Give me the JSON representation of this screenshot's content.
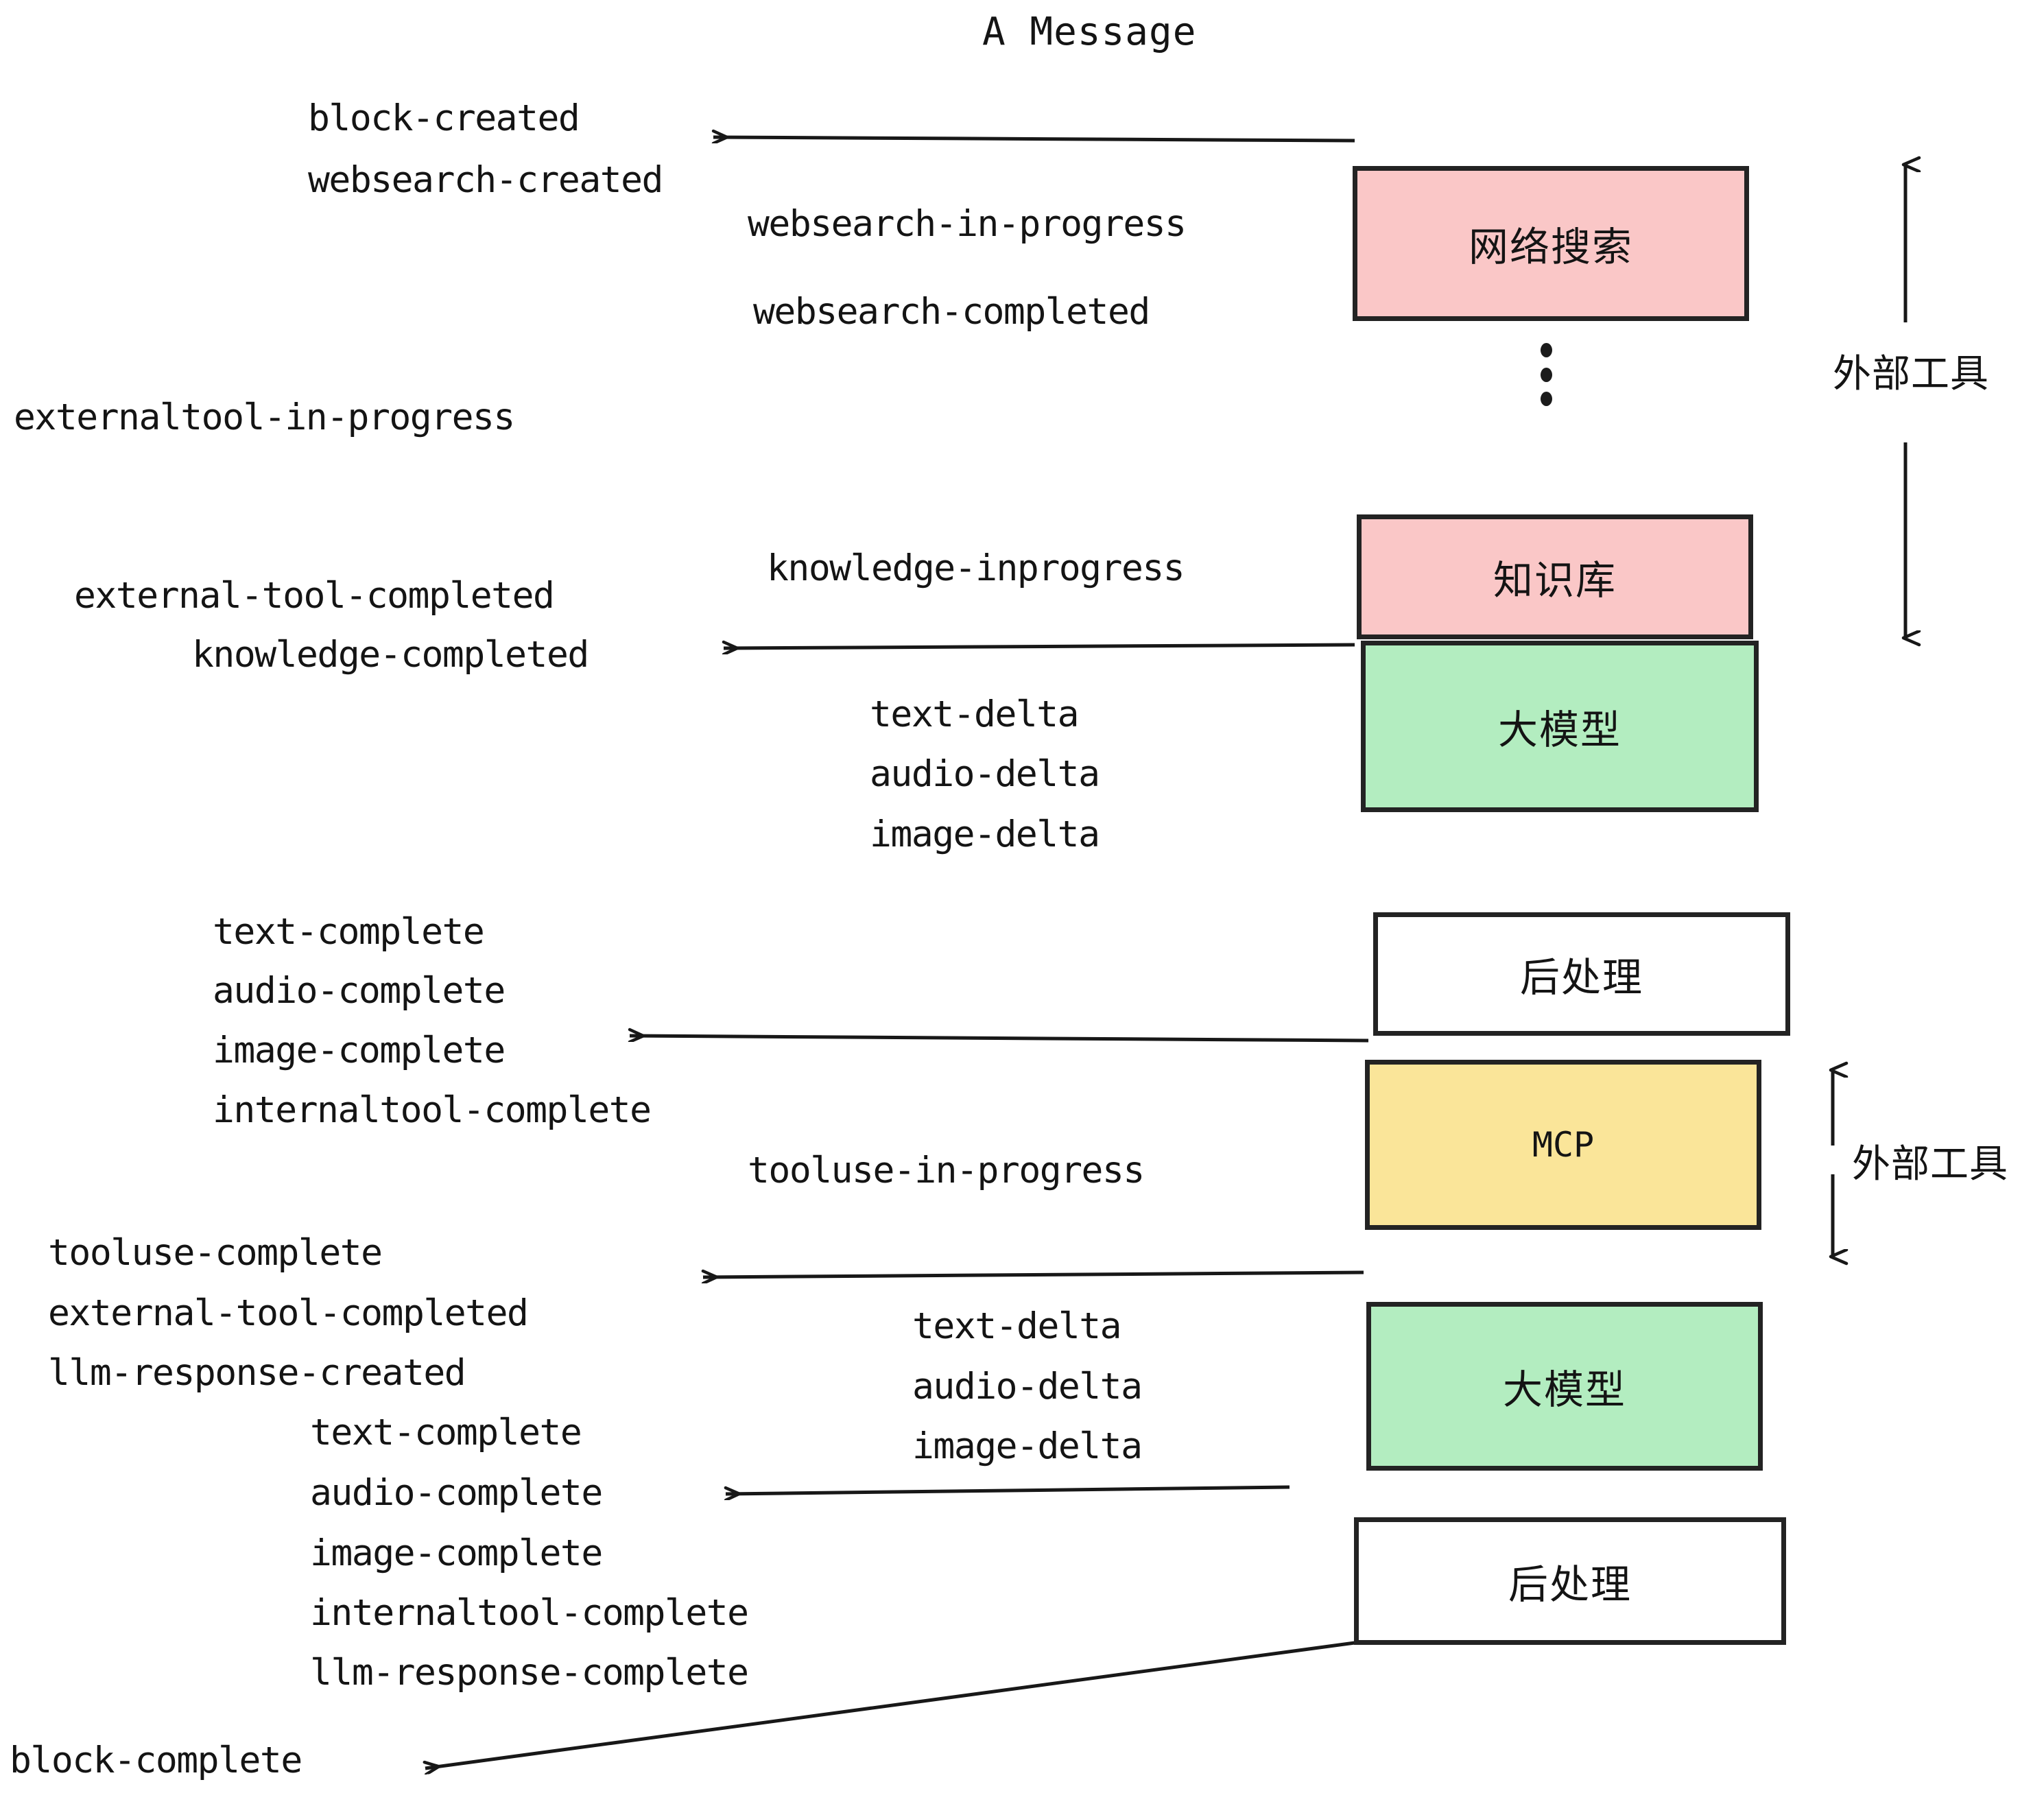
{
  "diagram": {
    "title": "A Message",
    "colors": {
      "pink": "#fac7c7",
      "green": "#b3edc0",
      "yellow": "#fae599",
      "white": "#ffffff",
      "stroke": "#232323",
      "text": "#141414"
    },
    "nodes": [
      {
        "id": "websearch",
        "label": "网络搜索",
        "fill": "pink"
      },
      {
        "id": "knowledge",
        "label": "知识库",
        "fill": "pink"
      },
      {
        "id": "llm-1",
        "label": "大模型",
        "fill": "green"
      },
      {
        "id": "postproc-1",
        "label": "后处理",
        "fill": "white"
      },
      {
        "id": "mcp",
        "label": "MCP",
        "fill": "yellow"
      },
      {
        "id": "llm-2",
        "label": "大模型",
        "fill": "green"
      },
      {
        "id": "postproc-2",
        "label": "后处理",
        "fill": "white"
      }
    ],
    "side_labels": [
      {
        "id": "external-tools-top",
        "label": "外部工具"
      },
      {
        "id": "external-tools-bottom",
        "label": "外部工具"
      }
    ],
    "events": [
      {
        "id": "block-created",
        "text": "block-created"
      },
      {
        "id": "websearch-created",
        "text": "websearch-created"
      },
      {
        "id": "websearch-in-progress",
        "text": "websearch-in-progress"
      },
      {
        "id": "websearch-completed",
        "text": "websearch-completed"
      },
      {
        "id": "externaltool-in-progress",
        "text": "externaltool-in-progress"
      },
      {
        "id": "knowledge-inprogress",
        "text": "knowledge-inprogress"
      },
      {
        "id": "external-tool-completed-1",
        "text": "external-tool-completed"
      },
      {
        "id": "knowledge-completed",
        "text": "knowledge-completed"
      },
      {
        "id": "text-delta-1",
        "text": "text-delta"
      },
      {
        "id": "audio-delta-1",
        "text": "audio-delta"
      },
      {
        "id": "image-delta-1",
        "text": "image-delta"
      },
      {
        "id": "text-complete-1",
        "text": "text-complete"
      },
      {
        "id": "audio-complete-1",
        "text": "audio-complete"
      },
      {
        "id": "image-complete-1",
        "text": "image-complete"
      },
      {
        "id": "internaltool-complete-1",
        "text": "internaltool-complete"
      },
      {
        "id": "tooluse-in-progress",
        "text": "tooluse-in-progress"
      },
      {
        "id": "tooluse-complete",
        "text": "tooluse-complete"
      },
      {
        "id": "external-tool-completed-2",
        "text": "external-tool-completed"
      },
      {
        "id": "llm-response-created",
        "text": "llm-response-created"
      },
      {
        "id": "text-delta-2",
        "text": "text-delta"
      },
      {
        "id": "audio-delta-2",
        "text": "audio-delta"
      },
      {
        "id": "image-delta-2",
        "text": "image-delta"
      },
      {
        "id": "text-complete-2",
        "text": "text-complete"
      },
      {
        "id": "audio-complete-2",
        "text": "audio-complete"
      },
      {
        "id": "image-complete-2",
        "text": "image-complete"
      },
      {
        "id": "internaltool-complete-2",
        "text": "internaltool-complete"
      },
      {
        "id": "llm-response-complete",
        "text": "llm-response-complete"
      },
      {
        "id": "block-complete",
        "text": "block-complete"
      }
    ]
  }
}
